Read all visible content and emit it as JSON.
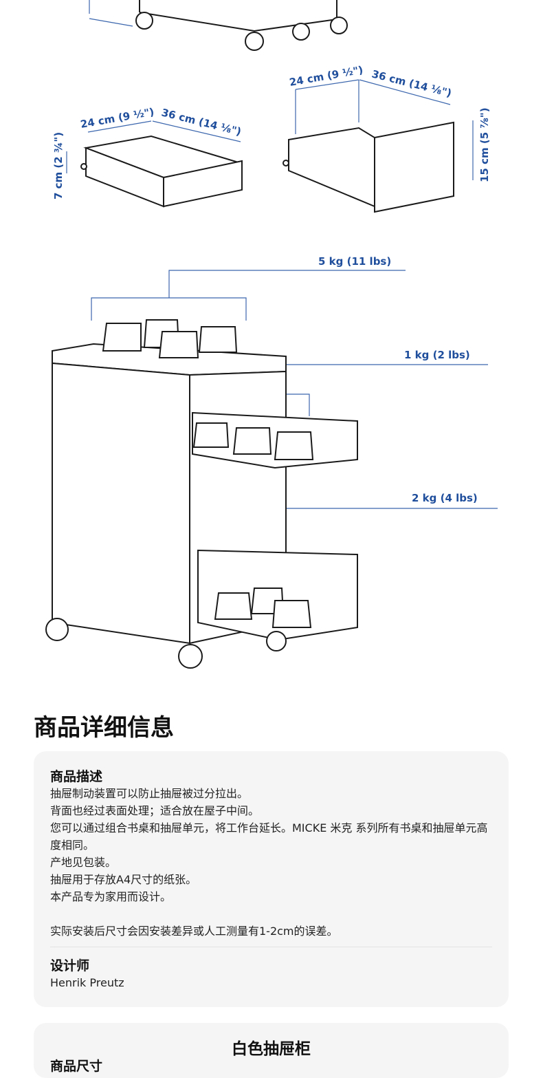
{
  "illustration": {
    "drawer_small": {
      "width": "24 cm (9 ½\")",
      "depth": "36 cm (14 ⅛\")",
      "height": "7 cm (2 ¾\")"
    },
    "drawer_large": {
      "width": "24 cm (9 ½\")",
      "depth": "36 cm (14 ⅛\")",
      "height": "15 cm (5 ⅞\")"
    },
    "loads": {
      "top": "5 kg (11 lbs)",
      "small_drawer": "1 kg (2 lbs)",
      "large_drawer": "2 kg (4 lbs)"
    }
  },
  "details": {
    "title": "商品详细信息",
    "description_heading": "商品描述",
    "description_lines": [
      "抽屉制动装置可以防止抽屉被过分拉出。",
      "背面也经过表面处理；适合放在屋子中间。",
      "您可以通过组合书桌和抽屉单元，将工作台延长。MICKE 米克 系列所有书桌和抽屉单元高度相同。",
      "产地见包装。",
      "抽屉用于存放A4尺寸的纸张。",
      "本产品专为家用而设计。",
      "实际安装后尺寸会因安装差异或人工测量有1-2cm的误差。"
    ],
    "designer_heading": "设计师",
    "designer_name": "Henrik Preutz"
  },
  "dimensions_card": {
    "title": "白色抽屉柜",
    "subheading": "商品尺寸"
  },
  "colors": {
    "dimension_blue": "#1f4e9c",
    "card_bg": "#f5f5f5"
  }
}
